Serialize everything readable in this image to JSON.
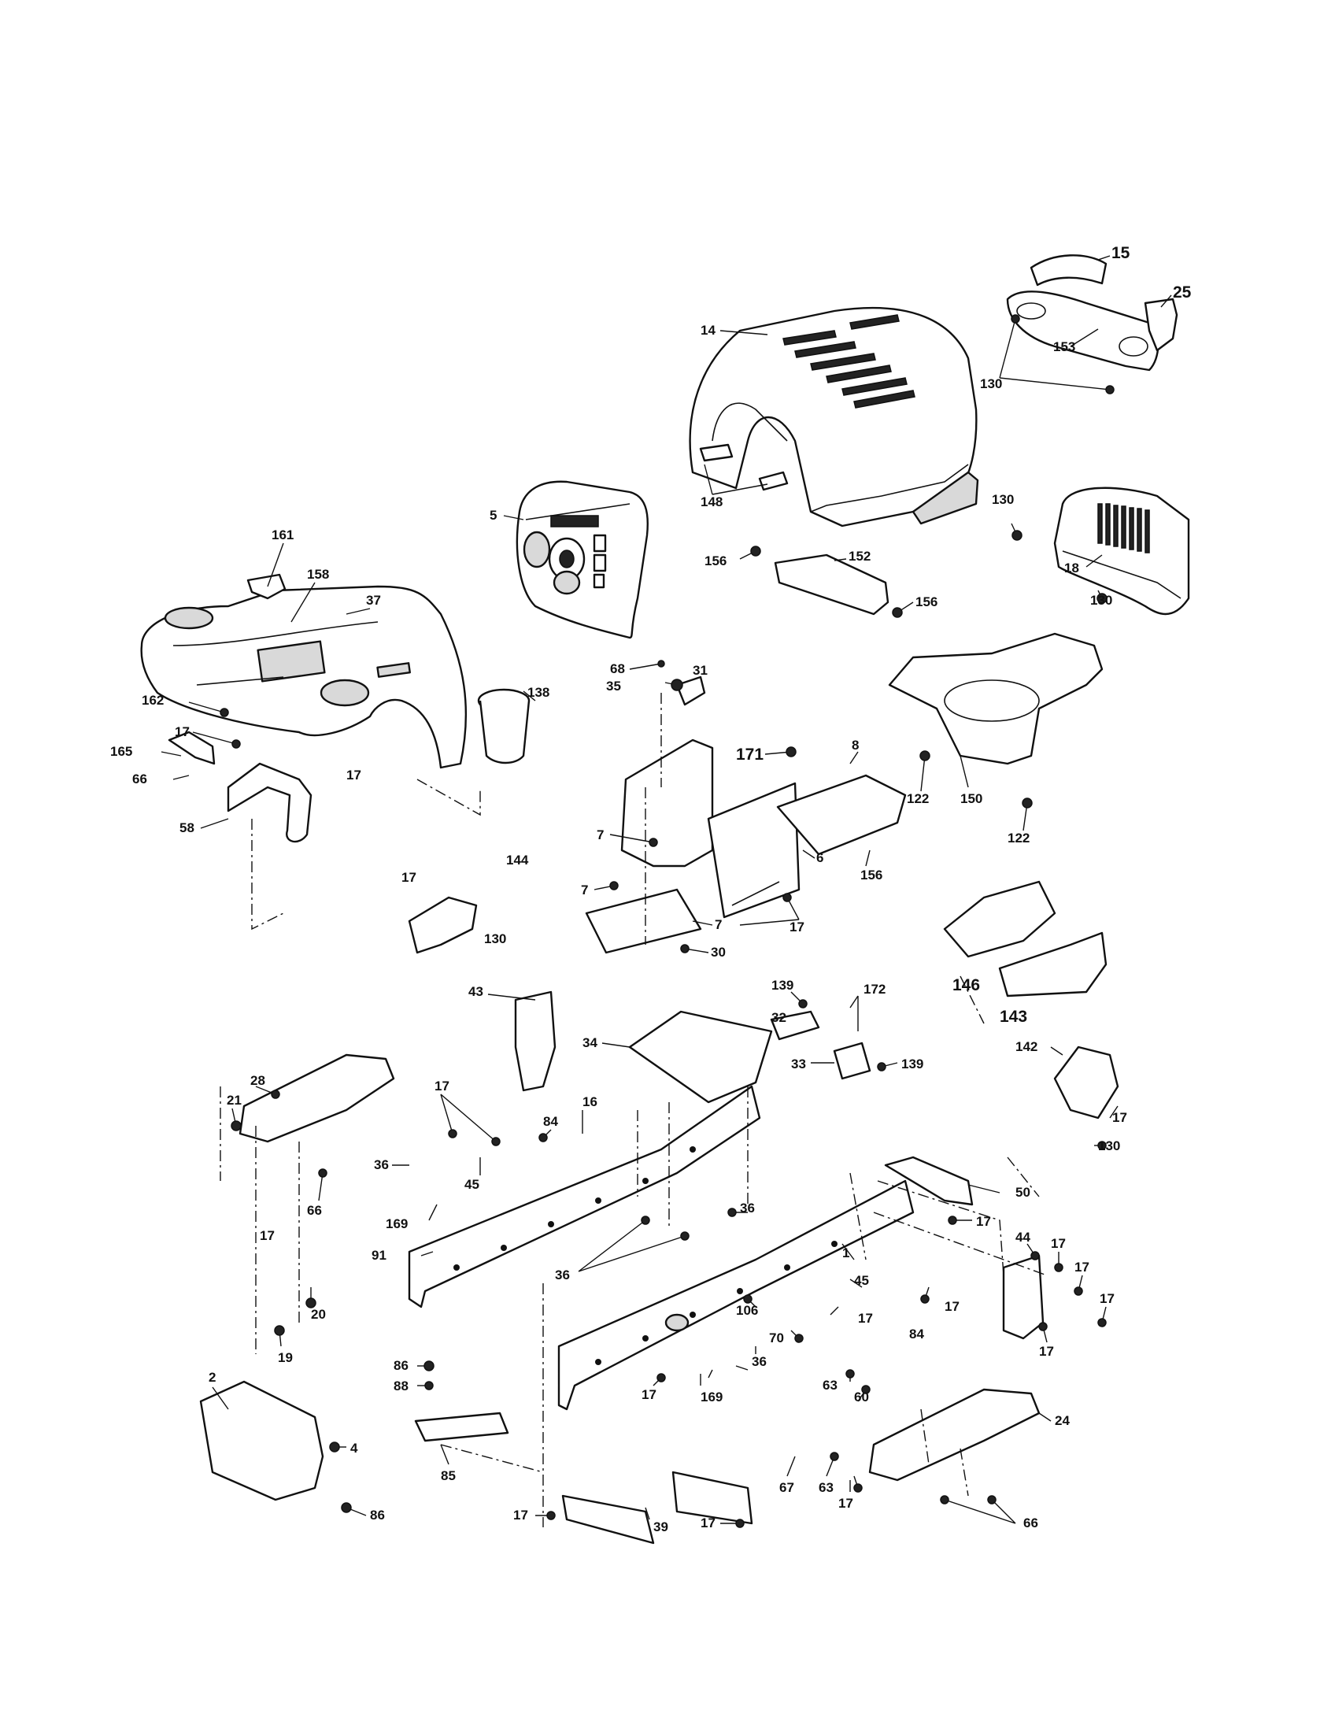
{
  "diagram": {
    "labels": {
      "l15": "15",
      "l25": "25",
      "l14": "14",
      "l153": "153",
      "l130a": "130",
      "l148": "148",
      "l5": "5",
      "l130b": "130",
      "l18": "18",
      "l130c": "130",
      "l156a": "156",
      "l152": "152",
      "l156b": "156",
      "l161": "161",
      "l158": "158",
      "l37": "37",
      "l138": "138",
      "l162": "162",
      "l165": "165",
      "l17a": "17",
      "l17b": "17",
      "l66a": "66",
      "l58": "58",
      "l68": "68",
      "l31": "31",
      "l35": "35",
      "l171": "171",
      "l8": "8",
      "l122a": "122",
      "l150": "150",
      "l122b": "122",
      "l7a": "7",
      "l6": "6",
      "l156c": "156",
      "l7b": "7",
      "l17c": "17",
      "l7c": "7",
      "l30": "30",
      "l17d": "17",
      "l144": "144",
      "l130d": "130",
      "l146": "146",
      "l143": "143",
      "l139a": "139",
      "l172": "172",
      "l32": "32",
      "l43": "43",
      "l34": "34",
      "l33": "33",
      "l139b": "139",
      "l142": "142",
      "l17e": "17",
      "l130e": "130",
      "l28": "28",
      "l21": "21",
      "l16": "16",
      "l84a": "84",
      "l17f": "17",
      "l45a": "45",
      "l36a": "36",
      "l169a": "169",
      "l91": "91",
      "l66b": "66",
      "l17g": "17",
      "l36b": "36",
      "l36c": "36",
      "l50": "50",
      "l17h": "17",
      "l44": "44",
      "l17i": "17",
      "l17j": "17",
      "l17k": "17",
      "l17l": "17",
      "l1": "1",
      "l45b": "45",
      "l17m": "17",
      "l84b": "84",
      "l17n": "17",
      "l20": "20",
      "l19": "19",
      "l106": "106",
      "l70": "70",
      "l36d": "36",
      "l63a": "63",
      "l60": "60",
      "l169b": "169",
      "l17o": "17",
      "l86a": "86",
      "l88": "88",
      "l85": "85",
      "l2": "2",
      "l4": "4",
      "l86b": "86",
      "l67": "67",
      "l63b": "63",
      "l17p": "17",
      "l24": "24",
      "l17q": "17",
      "l39": "39",
      "l17r": "17",
      "l66c": "66"
    }
  }
}
